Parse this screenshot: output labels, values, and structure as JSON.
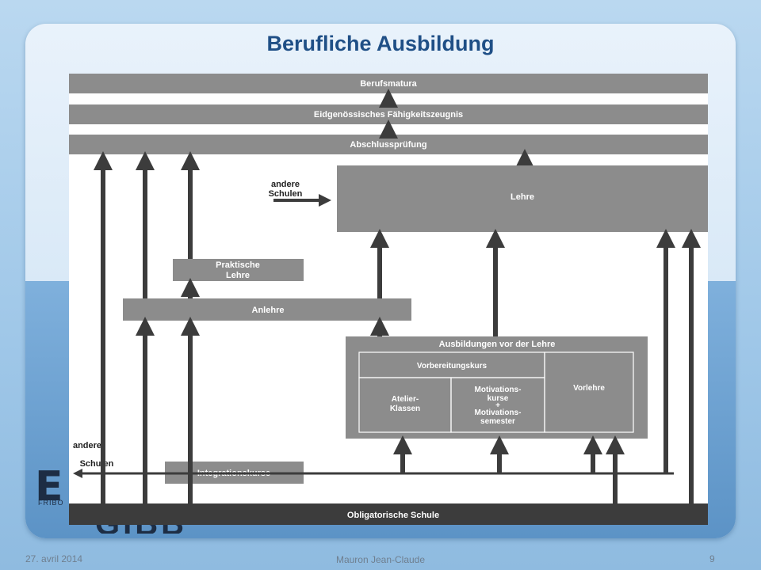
{
  "slide": {
    "title": "Berufliche Ausbildung",
    "footer_date": "27. avril 2014",
    "footer_author": "Mauron Jean-Claude",
    "footer_page": "9"
  },
  "background_logo": {
    "letter": "E",
    "subtext": "FRIBO",
    "word": "GIBB"
  },
  "diagram": {
    "berufsmatura": "Berufsmatura",
    "efz": "Eidgenössisches Fähigkeitszeugnis",
    "abschluss": "Abschlussprüfung",
    "andere_schulen_top": [
      "andere",
      "Schulen"
    ],
    "lehre": "Lehre",
    "praktische_lehre": [
      "Praktische",
      "Lehre"
    ],
    "anlehre": "Anlehre",
    "ausbildungen_vor_der_lehre": "Ausbildungen vor der Lehre",
    "vorbereitungskurs": "Vorbereitungskurs",
    "vorlehre": "Vorlehre",
    "atelier_klassen": [
      "Atelier-",
      "Klassen"
    ],
    "motivations": [
      "Motivations-",
      "kurse",
      "+",
      "Motivations-",
      "semester"
    ],
    "andere_schulen_bottom": [
      "andere",
      "Schulen"
    ],
    "integrationskurse": "Integrationskurse",
    "obligatorische_schule": "Obligatorische Schule"
  },
  "colors": {
    "box_fill": "#8c8c8c",
    "arrow_dark": "#3c3c3c",
    "title_blue": "#1f4f86"
  }
}
